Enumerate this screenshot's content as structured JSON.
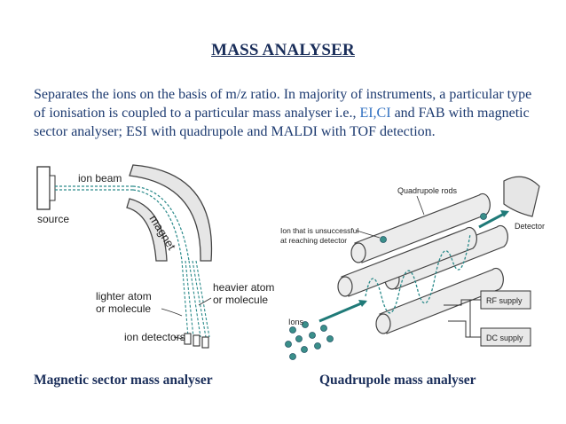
{
  "slide": {
    "title": "MASS ANALYSER",
    "paragraph": {
      "part1": "Separates the ions on the basis of m/z ratio. In majority of instruments, a particular type of ionisation is coupled to a particular mass analyser i.e., ",
      "part2": "EI,CI",
      "part3": " and FAB with magnetic sector analyser; ESI with quadrupole and MALDI with TOF detection."
    },
    "colors": {
      "text": "#1c3a70",
      "highlight": "#2f6fc0",
      "beam_arrow": "#1f7a78"
    }
  },
  "magnetic_diagram": {
    "ion_beam": "ion beam",
    "source": "source",
    "magnet": "magnet",
    "heavier_line1": "heavier atom",
    "heavier_line2": "or molecule",
    "lighter_line1": "lighter atom",
    "lighter_line2": "or molecule",
    "ion_detectors": "ion detectors"
  },
  "quadrupole_diagram": {
    "quadrupole_rods": "Quadrupole rods",
    "unsuccessful_line1": "Ion that is unsuccessful",
    "unsuccessful_line2": "at reaching detector",
    "detector": "Detector",
    "ions": "Ions",
    "rf_supply": "RF supply",
    "dc_supply": "DC supply"
  },
  "captions": {
    "left": "Magnetic sector mass analyser",
    "right": "Quadrupole mass analyser"
  }
}
